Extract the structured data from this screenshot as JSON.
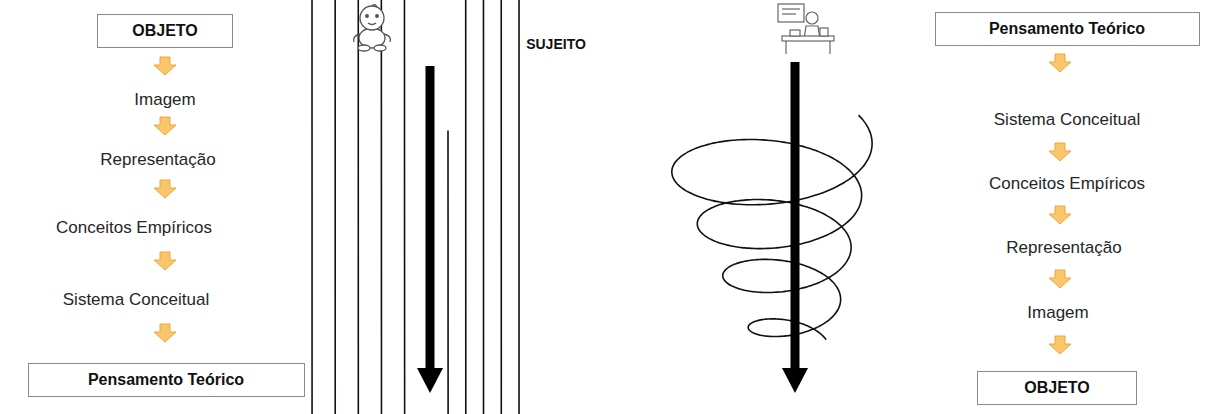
{
  "diagram": {
    "nodes": [
      {
        "text": [
          "OBJETO"
        ]
      },
      {
        "text": [
          "Pensamento Teórico"
        ]
      },
      {
        "text": [
          "Pensamento Teórico"
        ]
      },
      {
        "text": [
          "OBJETO"
        ]
      }
    ],
    "labels": [
      "Imagem",
      "Representação",
      "Conceitos Empíricos",
      "Sistema Conceitual",
      "SUJEITO",
      "Sistema Conceitual",
      "Conceitos Empíricos",
      "Representação",
      "Imagem"
    ]
  }
}
